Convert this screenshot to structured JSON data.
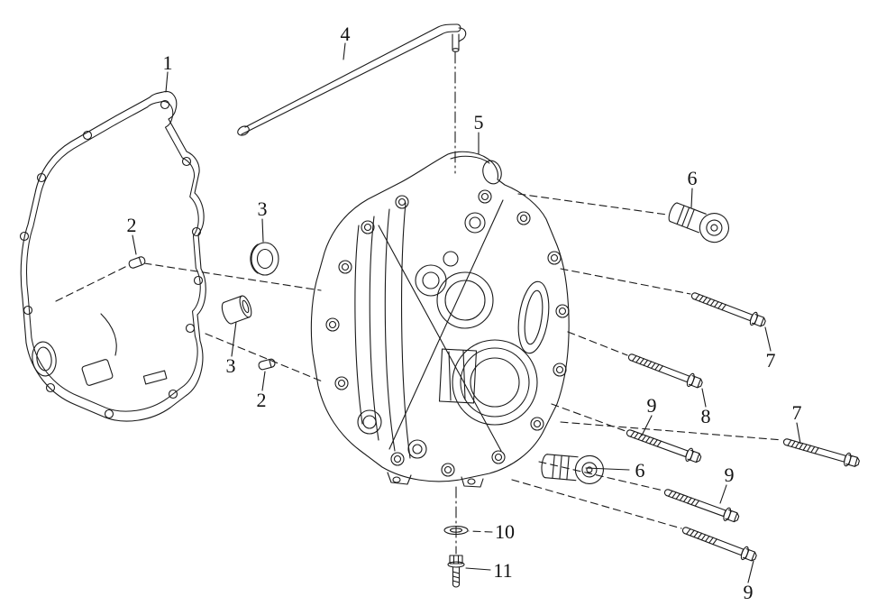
{
  "diagram": {
    "type": "exploded-parts-diagram",
    "description": "Exploded view line drawing of an engine right crankcase cover assembly with numbered part callouts",
    "background_color": "#ffffff",
    "line_color": "#1a1a1a",
    "callouts": [
      {
        "label": "1",
        "part": "gasket"
      },
      {
        "label": "2",
        "part": "dowel-pin-upper"
      },
      {
        "label": "2",
        "part": "dowel-pin-lower"
      },
      {
        "label": "3",
        "part": "bushing-upper"
      },
      {
        "label": "3",
        "part": "bushing-lower"
      },
      {
        "label": "4",
        "part": "breather-pipe"
      },
      {
        "label": "5",
        "part": "crankcase-cover"
      },
      {
        "label": "6",
        "part": "plug-upper"
      },
      {
        "label": "6",
        "part": "plug-lower"
      },
      {
        "label": "7",
        "part": "bolt-7-upper"
      },
      {
        "label": "7",
        "part": "bolt-7-right"
      },
      {
        "label": "8",
        "part": "bolt-8"
      },
      {
        "label": "9",
        "part": "bolt-9-first"
      },
      {
        "label": "9",
        "part": "bolt-9-second"
      },
      {
        "label": "9",
        "part": "bolt-9-third"
      },
      {
        "label": "10",
        "part": "washer"
      },
      {
        "label": "11",
        "part": "flange-bolt"
      }
    ]
  }
}
